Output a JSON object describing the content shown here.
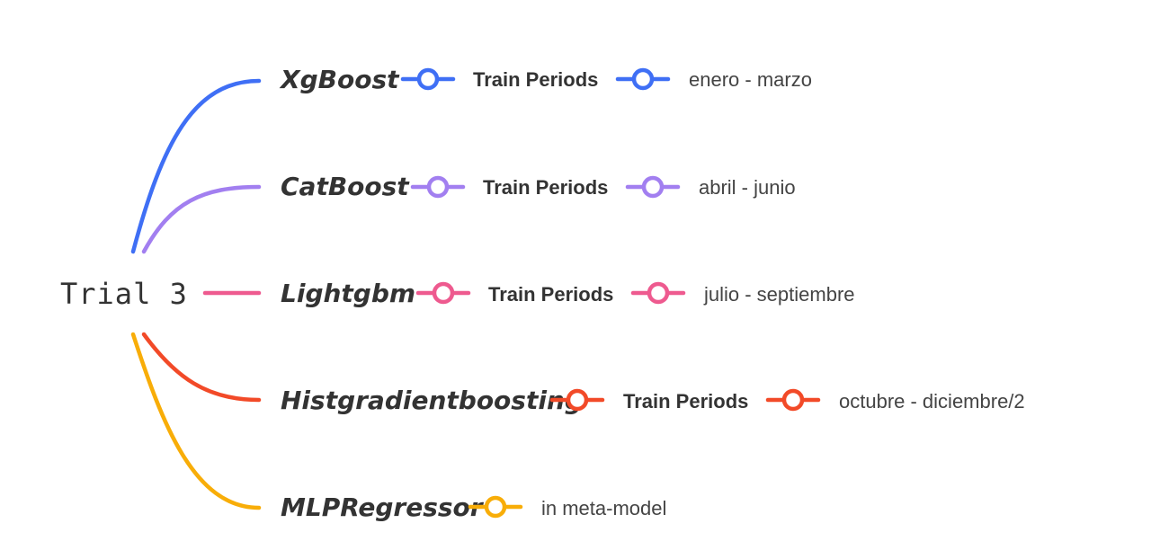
{
  "root": {
    "label": "Trial 3"
  },
  "branches": [
    {
      "model": "XgBoost",
      "color": "#3f6ff5",
      "period_label": "Train Periods",
      "period_value": "enero - marzo"
    },
    {
      "model": "CatBoost",
      "color": "#a27ff0",
      "period_label": "Train Periods",
      "period_value": "abril - junio"
    },
    {
      "model": "Lightgbm",
      "color": "#ee5a8f",
      "period_label": "Train Periods",
      "period_value": "julio - septiembre"
    },
    {
      "model": "Histgradientboosting",
      "color": "#f24a28",
      "period_label": "Train Periods",
      "period_value": "octubre - diciembre/2"
    },
    {
      "model": "MLPRegressor",
      "color": "#f8ad08",
      "period_label": "",
      "period_value": "in meta-model"
    }
  ]
}
